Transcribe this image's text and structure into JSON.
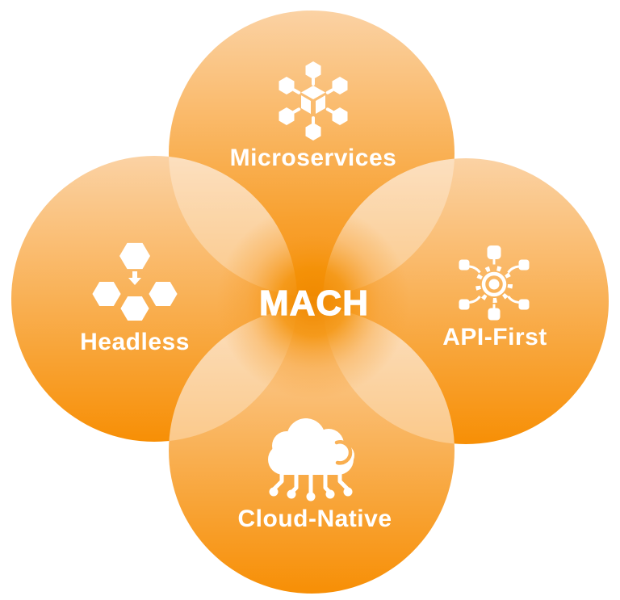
{
  "diagram": {
    "title": "MACH",
    "nodes": [
      {
        "id": "microservices",
        "label": "Microservices",
        "icon": "cube-network-icon",
        "position": "top"
      },
      {
        "id": "headless",
        "label": "Headless",
        "icon": "hexagons-arrow-icon",
        "position": "left"
      },
      {
        "id": "api-first",
        "label": "API-First",
        "icon": "gear-connections-icon",
        "position": "right"
      },
      {
        "id": "cloud-native",
        "label": "Cloud-Native",
        "icon": "cloud-circuit-icon",
        "position": "bottom"
      }
    ],
    "colors": {
      "circle_gradient_light": "#FBD2A4",
      "circle_gradient_dark": "#F78E03",
      "center_glow_core": "#EF8800",
      "center_glow_mid": "#F49106",
      "overlap_highlight": "#FFFFFF",
      "icon_and_text": "#FFFFFF",
      "background": "#FFFFFF"
    }
  }
}
